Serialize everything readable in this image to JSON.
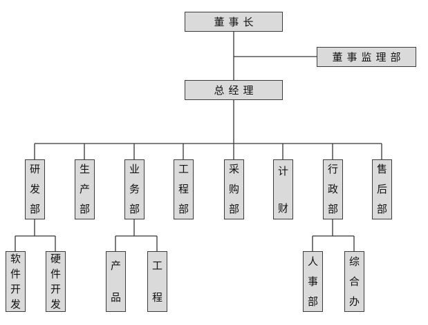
{
  "top": {
    "chairman": "董事长",
    "board_supervision": "董事监理部",
    "general_manager": "总经理"
  },
  "departments": [
    {
      "key": "rd",
      "label": "研发部"
    },
    {
      "key": "production",
      "label": "生产部"
    },
    {
      "key": "business",
      "label": "业务部"
    },
    {
      "key": "engineering",
      "label": "工程部"
    },
    {
      "key": "purchasing",
      "label": "采购部"
    },
    {
      "key": "accounting",
      "label": "计财"
    },
    {
      "key": "admin",
      "label": "行政部"
    },
    {
      "key": "aftersales",
      "label": "售后部"
    }
  ],
  "sub_units": {
    "software_dev": "软件开发",
    "hardware_dev": "硬件开发",
    "product": "产品",
    "project": "工程",
    "hr": "人事部",
    "general_office": "综合办"
  }
}
